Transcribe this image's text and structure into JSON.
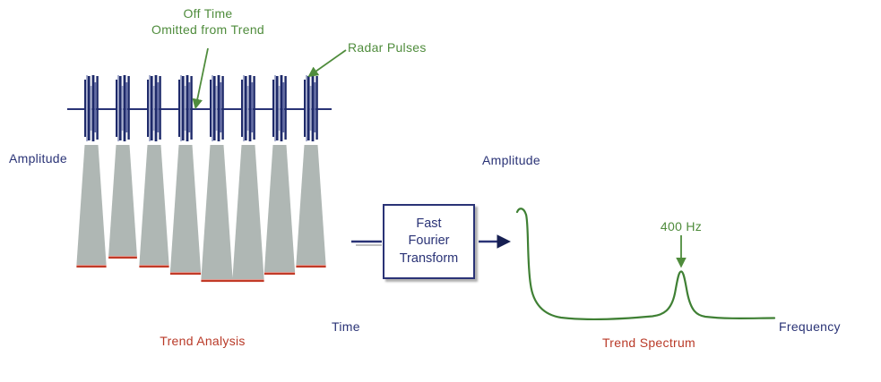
{
  "palette": {
    "navy": "#2a3376",
    "navy-dark": "#161f52",
    "green": "#4f8c3c",
    "curve-green": "#3f8034",
    "red": "#b93a28",
    "bar-gray": "#afb7b4",
    "bar-red": "#c23b28",
    "pulse-dark": "#1e2a6a",
    "pulse-light": "#a9b0ce",
    "pulse-mid": "#636da6",
    "shadow-gray": "#b5b5b5"
  },
  "annotations": {
    "off_time": "Off Time\nOmitted from Trend",
    "radar_pulses": "Radar Pulses",
    "peak_frequency": "400 Hz"
  },
  "time_plot": {
    "amplitude_axis_label": "Amplitude",
    "time_axis_label": "Time",
    "caption": "Trend Analysis"
  },
  "process_box": {
    "label": "Fast\nFourier\nTransform"
  },
  "spectrum_plot": {
    "amplitude_axis_label": "Amplitude",
    "frequency_axis_label": "Frequency",
    "caption": "Trend Spectrum"
  }
}
